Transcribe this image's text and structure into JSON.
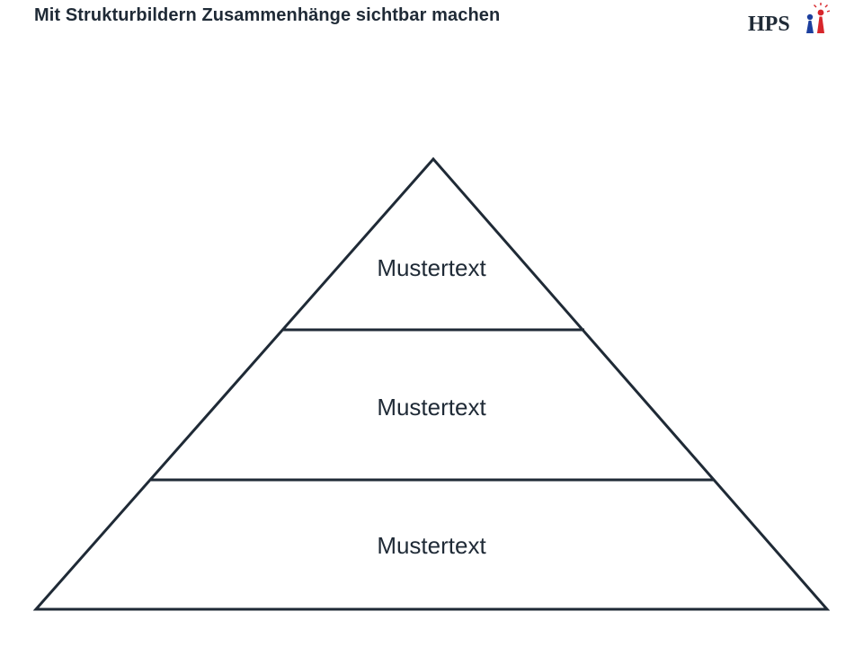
{
  "title": "Mit Strukturbildern Zusammenhänge sichtbar machen",
  "logo": {
    "text": "HPS",
    "icon": "two-figures-icon",
    "colors": {
      "text": "#1f2a36",
      "blue": "#1c3f9e",
      "red": "#d7262b"
    }
  },
  "pyramid": {
    "levels": [
      {
        "label": "Mustertext"
      },
      {
        "label": "Mustertext"
      },
      {
        "label": "Mustertext"
      }
    ],
    "stroke_color": "#1f2a36"
  }
}
